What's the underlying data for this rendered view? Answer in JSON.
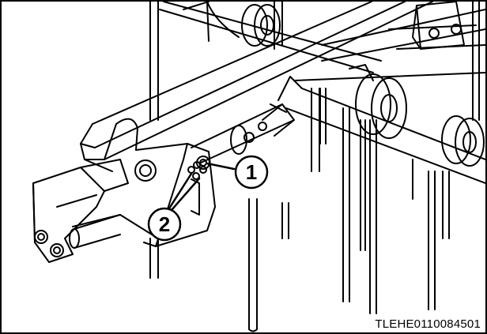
{
  "figure": {
    "reference_code": "TLEHE0110084501",
    "callouts": [
      {
        "id": 1,
        "label": "1",
        "target": "bolt"
      },
      {
        "id": 2,
        "label": "2",
        "target": "nuts"
      }
    ],
    "colors": {
      "line": "#000000",
      "background": "#ffffff",
      "shade": "#bdbdbd"
    }
  }
}
